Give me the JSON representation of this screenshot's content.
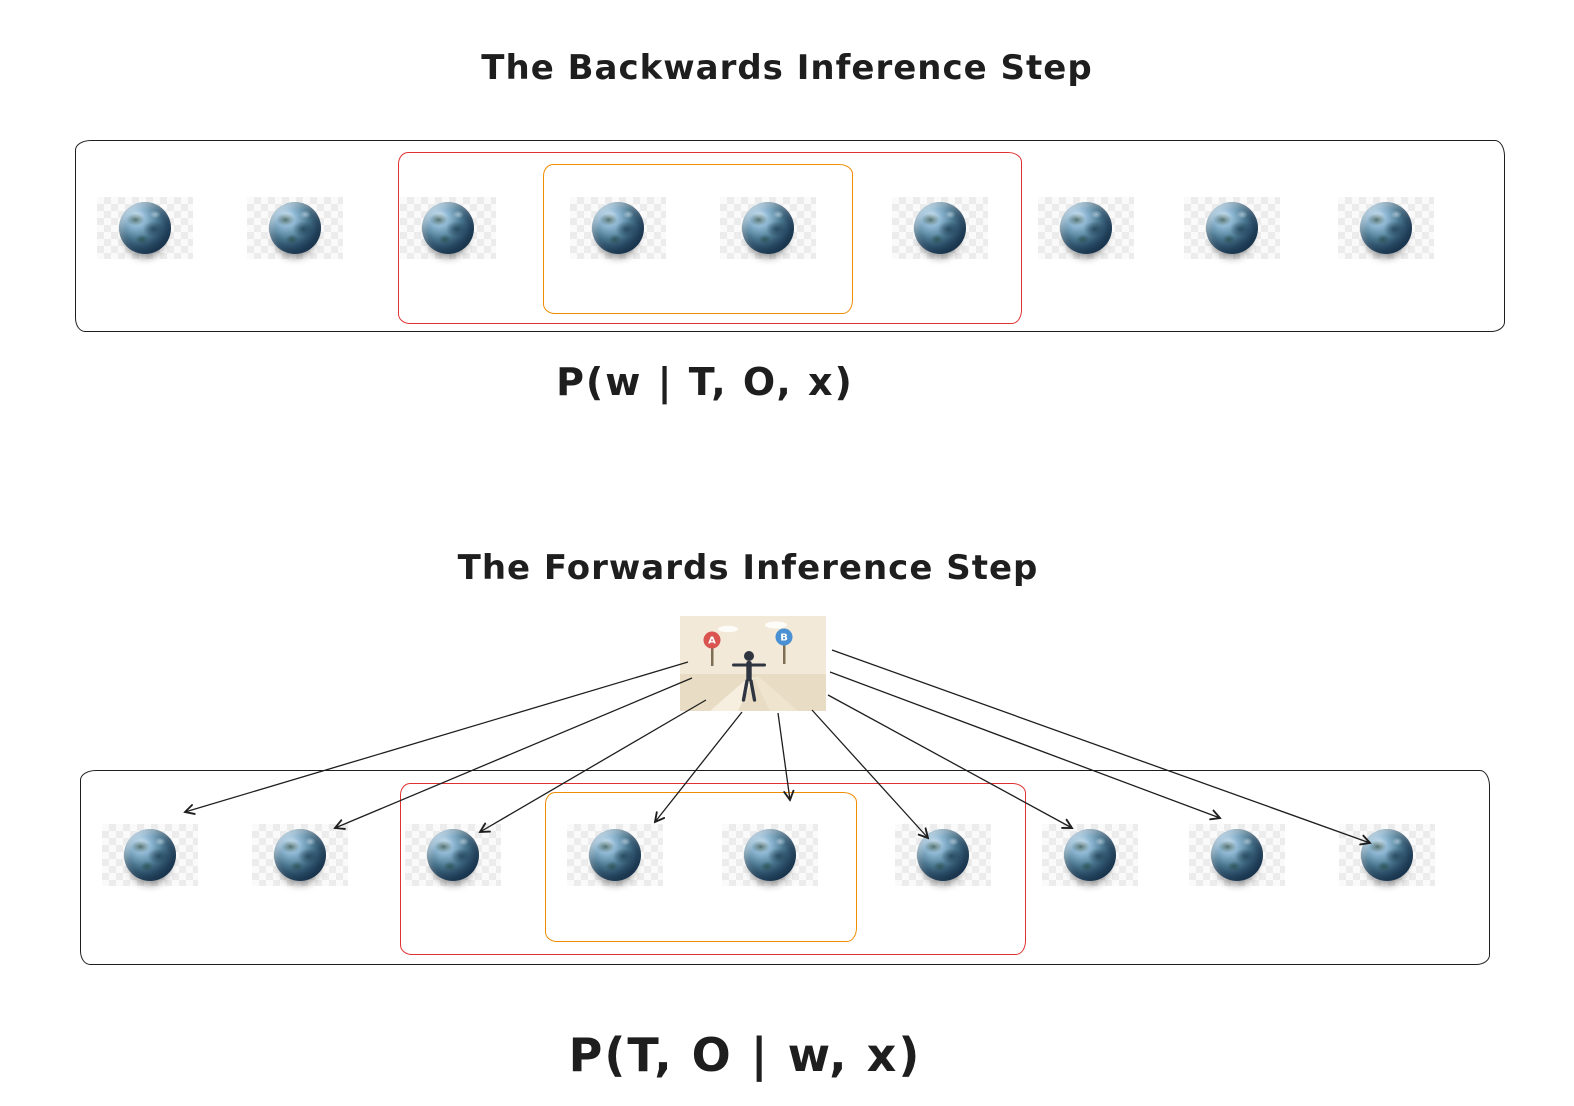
{
  "backwards": {
    "title": "The Backwards Inference Step",
    "formula": "P(w | T, O, x)",
    "globe_count": 9,
    "red_box_span_tokens": [
      3,
      6
    ],
    "orange_box_span_tokens": [
      4,
      5
    ]
  },
  "forwards": {
    "title": "The Forwards Inference Step",
    "formula": "P(T, O | w, x)",
    "globe_count": 9,
    "red_box_span_tokens": [
      3,
      6
    ],
    "orange_box_span_tokens": [
      4,
      5
    ],
    "crossroads": {
      "sign_a": "A",
      "sign_b": "B"
    },
    "arrow_count": 9
  },
  "icons": {
    "globe": "earth-globe",
    "crossroads": "person-at-fork-choosing-between-signs-A-and-B",
    "arrow": "straight-line-arrow"
  },
  "colors": {
    "outline": "#1e1e1e",
    "red_highlight": "#e03131",
    "orange_highlight": "#f08c00",
    "sign_a": "#d9534f",
    "sign_b": "#4a90d2",
    "background": "#ffffff"
  }
}
